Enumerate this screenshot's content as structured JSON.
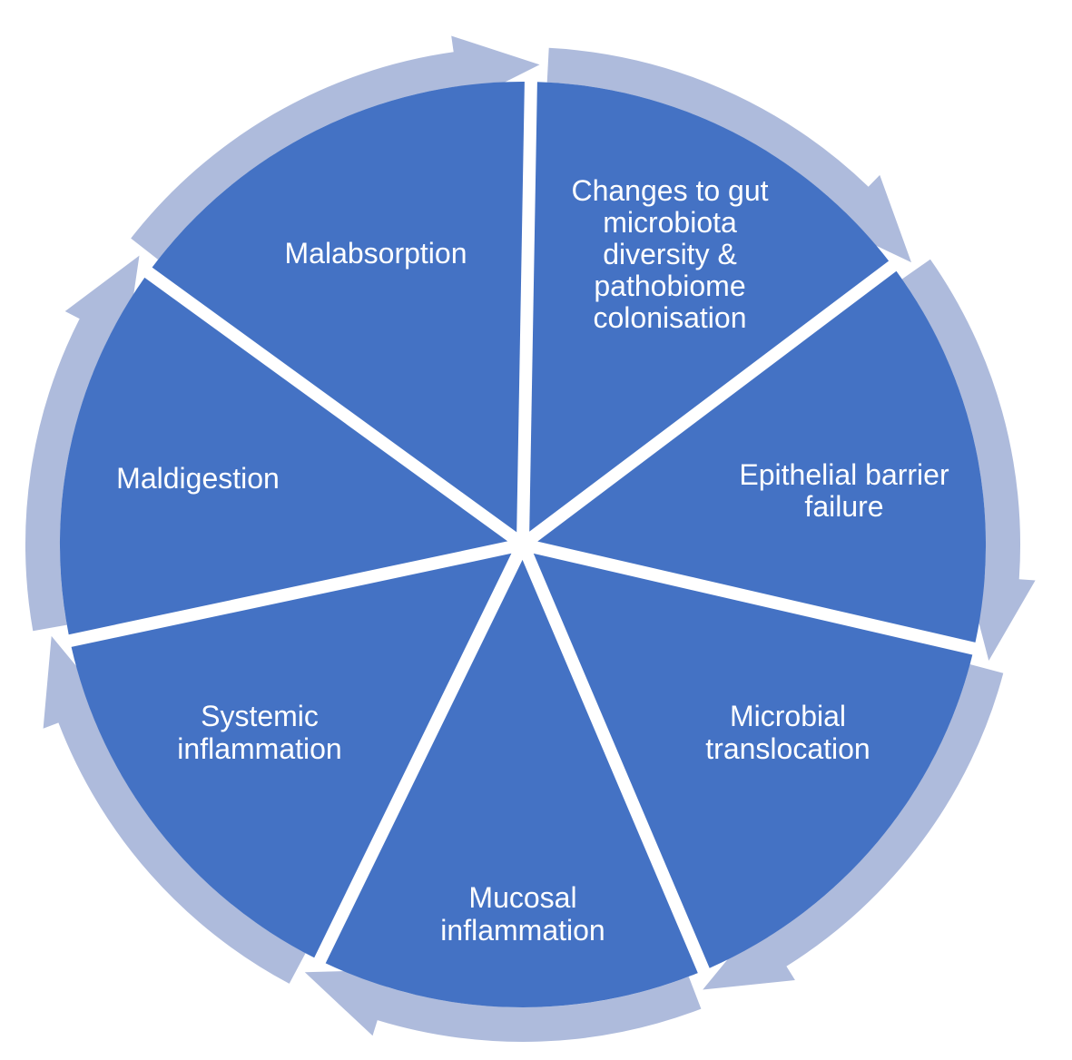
{
  "diagram": {
    "colors": {
      "wedge": "#4472c4",
      "arrow": "#aebbdc",
      "background": "#ffffff",
      "text": "#ffffff"
    },
    "segments": [
      {
        "id": "microbiota",
        "lines": [
          "Changes to gut",
          "microbiota",
          "diversity &",
          "pathobiome",
          "colonisation"
        ]
      },
      {
        "id": "epithelial",
        "lines": [
          "Epithelial barrier",
          "failure"
        ]
      },
      {
        "id": "translocation",
        "lines": [
          "Microbial",
          "translocation"
        ]
      },
      {
        "id": "mucosal",
        "lines": [
          "Mucosal",
          "inflammation"
        ]
      },
      {
        "id": "systemic",
        "lines": [
          "Systemic",
          "inflammation"
        ]
      },
      {
        "id": "maldigestion",
        "lines": [
          "Maldigestion"
        ]
      },
      {
        "id": "malabsorption",
        "lines": [
          "Malabsorption"
        ]
      }
    ]
  }
}
